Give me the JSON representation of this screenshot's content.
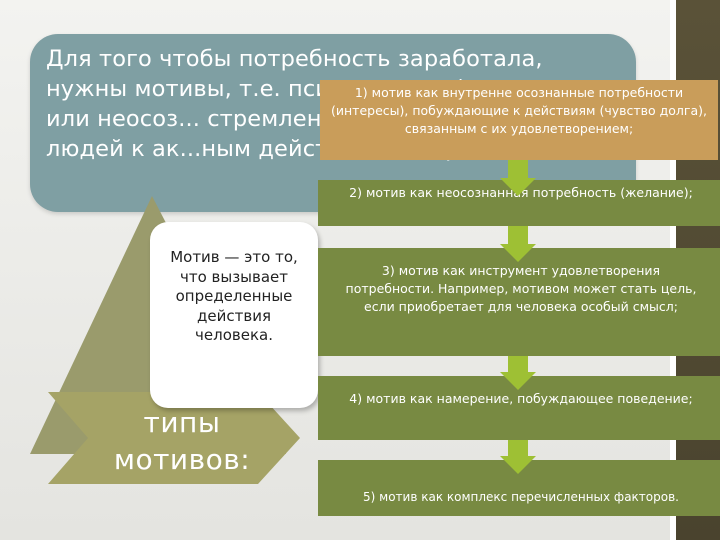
{
  "header": {
    "text": "Для того чтобы потребность заработала, нужны мотивы, т.е. психологич... (осознанные или неосоз... стремления), побуждающие людей к ак...ным действиям, направленн..."
  },
  "motive_definition": "Мотив — это то, что вызывает определенные действия человека.",
  "types_label": "типы мотивов:",
  "steps": [
    {
      "text": "1) мотив как внутренне осознанные потребности (интересы), побуждающие к действиям (чувство долга), связанным с их удовлетворением;"
    },
    {
      "text": "2) мотив как неосознанная потребность (желание);"
    },
    {
      "text": "3) мотив как инструмент удовлетворения потребности. Например, мотивом может стать цель, если приобретает для человека особый смысл;"
    },
    {
      "text": "4) мотив как намерение, побуждающее поведение;"
    },
    {
      "text": "5) мотив как комплекс перечисленных факторов."
    }
  ],
  "colors": {
    "header_bg": "#7f9fa3",
    "triangle": "#9a9b6c",
    "chevron": "#a5a366",
    "step_green": "#788a42",
    "step_tan": "#c99d5a",
    "arrow": "#9ec034",
    "right_bar": "#4f4832"
  }
}
